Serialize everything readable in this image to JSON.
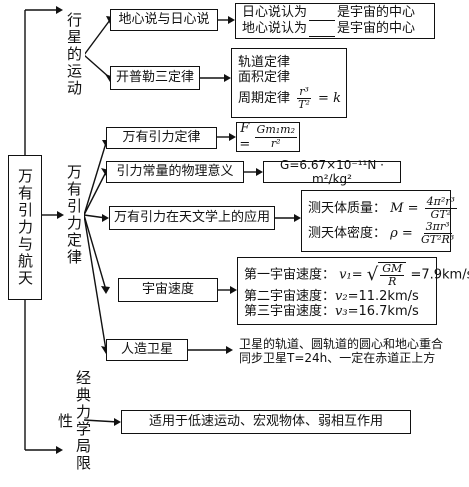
{
  "root": {
    "label": "万有引力与航天"
  },
  "branches": {
    "planet_motion": {
      "label": "行星的运动"
    },
    "gravitation": {
      "label": "万有引力定律"
    },
    "limitation": {
      "label": "经典力学局限性"
    }
  },
  "planet_motion": {
    "geo_helio": {
      "label": "地心说与日心说",
      "lines": [
        {
          "prefix": "日心说认为",
          "suffix": "是宇宙的中心"
        },
        {
          "prefix": "地心说认为",
          "suffix": "是宇宙的中心"
        }
      ]
    },
    "kepler": {
      "label": "开普勒三定律",
      "line1": "轨道定律",
      "line2": "面积定律",
      "line3_prefix": "周期定律",
      "formula": {
        "num": "r³",
        "den": "T²",
        "rhs": "= k"
      }
    }
  },
  "gravitation": {
    "law": {
      "label": "万有引力定律",
      "formula": {
        "lhs": "F =",
        "num": "Gm₁m₂",
        "den": "r²"
      }
    },
    "constant": {
      "label": "引力常量的物理意义",
      "formula": "G=6.67×10⁻¹¹N · m²/kg²"
    },
    "astronomy": {
      "label": "万有引力在天文学上的应用",
      "mass": {
        "prefix": "测天体质量：",
        "lhs": "M =",
        "num": "4π²r³",
        "den": "GT²"
      },
      "density": {
        "prefix": "测天体密度：",
        "lhs": "ρ =",
        "num": "3πr³",
        "den": "GT²R³"
      }
    },
    "cosmic_speed": {
      "label": "宇宙速度",
      "v1": {
        "prefix": "第一宇宙速度：",
        "var": "v₁=",
        "num": "GM",
        "den": "R",
        "rhs": "=7.9km/s"
      },
      "v2": {
        "prefix": "第二宇宙速度：",
        "var": "v₂=",
        "rhs": "11.2km/s"
      },
      "v3": {
        "prefix": "第三宇宙速度：",
        "var": "v₃=",
        "rhs": "16.7km/s"
      }
    },
    "satellite": {
      "label": "人造卫星",
      "line1": "卫星的轨道、圆轨道的圆心和地心重合",
      "line2": "同步卫星T=24h、一定在赤道正上方"
    }
  },
  "limitation": {
    "scope": {
      "label": "适用于低速运动、宏观物体、弱相互作用"
    }
  }
}
